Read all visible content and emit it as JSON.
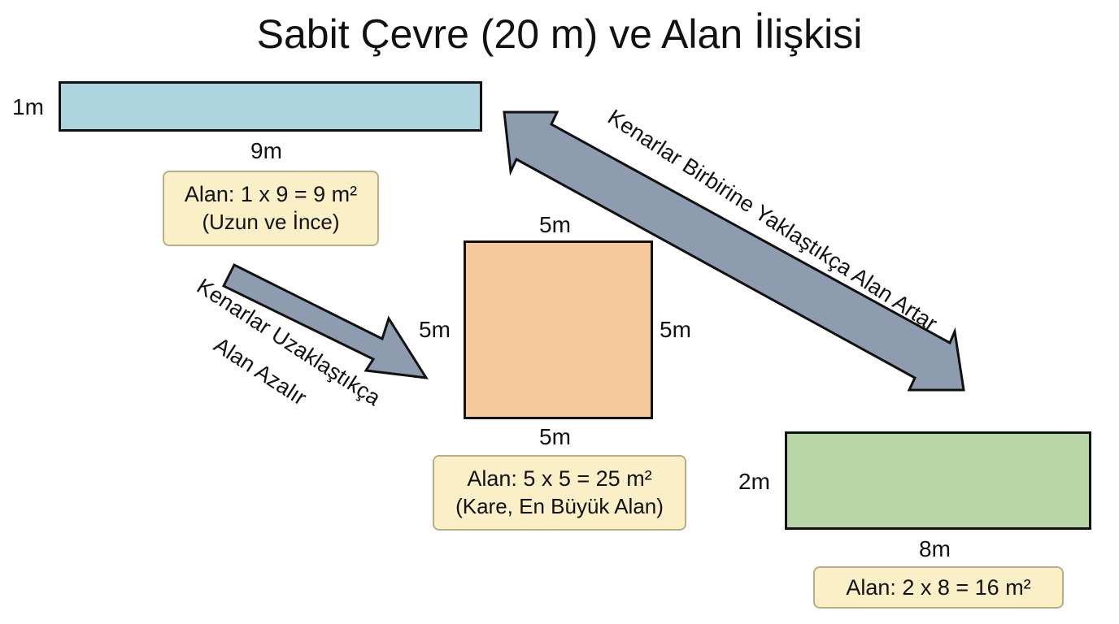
{
  "title": "Sabit Çevre (20 m) ve Alan İlişkisi",
  "shapes": {
    "long_rect": {
      "height_label": "1m",
      "width_label": "9m",
      "area_text": "Alan: 1 x 9 = 9 m²",
      "note": "(Uzun ve İnce)",
      "color": "#aed4df"
    },
    "square": {
      "top_label": "5m",
      "left_label": "5m",
      "right_label": "5m",
      "bottom_label": "5m",
      "area_text": "Alan: 5 x 5 = 25 m²",
      "note": "(Kare, En Büyük Alan)",
      "color": "#f6c89c"
    },
    "mid_rect": {
      "height_label": "2m",
      "width_label": "8m",
      "area_text": "Alan: 2 x 8 = 16 m²",
      "color": "#b7d5a6"
    }
  },
  "arrows": {
    "increase_label": "Kenarlar Birbirine Yaklaştıkça Alan Artar",
    "decrease_label_line1": "Kenarlar Uzaklaştıkça",
    "decrease_label_line2": "Alan Azalır",
    "color": "#8e9caf"
  }
}
